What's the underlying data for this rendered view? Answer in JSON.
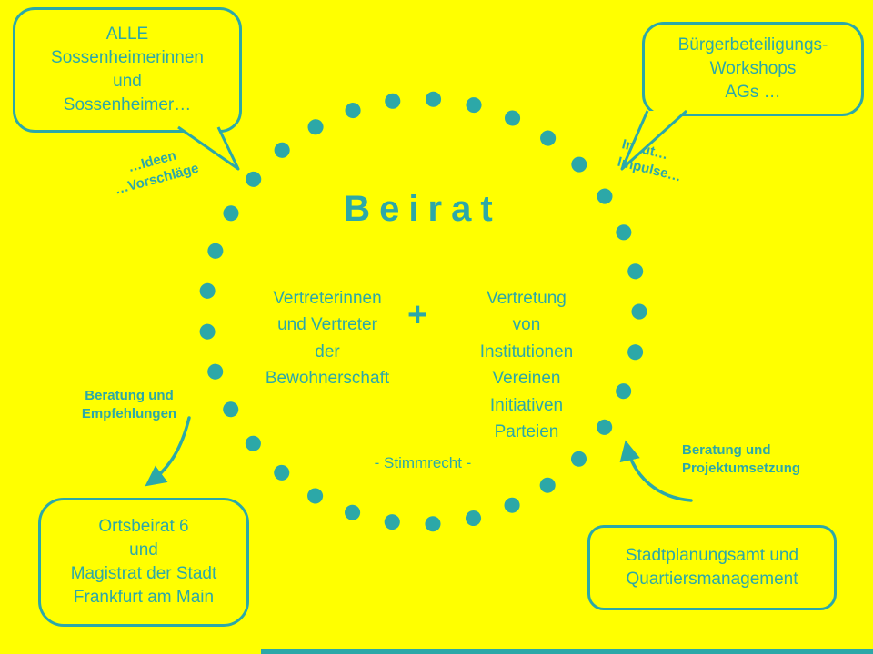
{
  "colors": {
    "background": "#FFFF00",
    "accent": "#2CA8A8"
  },
  "center": {
    "title": "Beirat",
    "left_group": "Vertreterinnen\nund Vertreter\nder\nBewohnerschaft",
    "plus": "+",
    "right_group": "Vertretung\nvon\nInstitutionen\nVereinen\nInitiativen\nParteien",
    "voting_note": "- Stimmrecht -"
  },
  "bubbles": {
    "top_left": {
      "text": "ALLE\nSossenheimerinnen\nund\nSossenheimer…"
    },
    "top_right": {
      "text": "Bürgerbeteiligungs-\nWorkshops\nAGs …"
    },
    "bottom_left": {
      "text": "Ortsbeirat 6\nund\nMagistrat der Stadt\nFrankfurt am Main"
    },
    "bottom_right": {
      "text": "Stadtplanungsamt und\nQuartiersmanagement"
    }
  },
  "flow_labels": {
    "ideas": "…Ideen\n…Vorschläge",
    "input": "Input…\nImpulse…",
    "advice_left": "Beratung und\nEmpfehlungen",
    "advice_right": "Beratung und\nProjektumsetzung"
  }
}
